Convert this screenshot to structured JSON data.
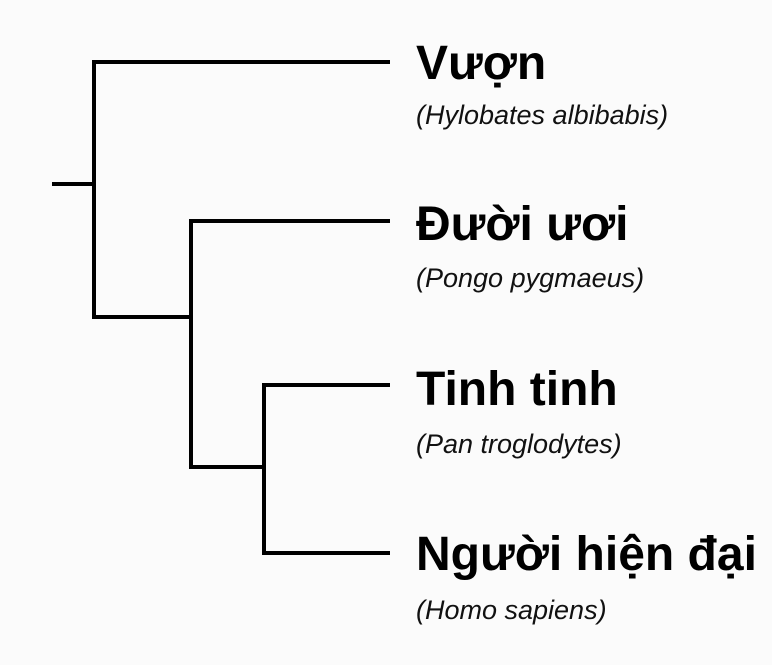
{
  "taxa": [
    {
      "common": "Vượn",
      "scientific": "(Hylobates albibabis)"
    },
    {
      "common": "Đười ươi",
      "scientific": "(Pongo pygmaeus)"
    },
    {
      "common": "Tinh tinh",
      "scientific": "(Pan troglodytes)"
    },
    {
      "common": "Người hiện đại",
      "scientific": "(Homo sapiens)"
    }
  ]
}
